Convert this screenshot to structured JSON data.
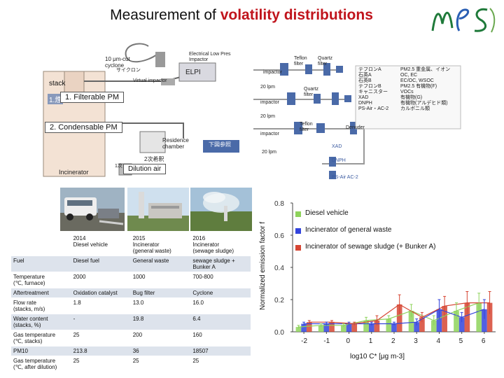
{
  "title": {
    "prefix": "Measurement of ",
    "highlight": "volatility distributions"
  },
  "diagram": {
    "cyclone_label": "10 μm-cut cyclone",
    "cyclone_jp": "サイクロン",
    "elpi_label": "Electrical Low Pres Impactor",
    "elpi_box": "ELPI",
    "virtual_impactor": "Virtual impactor",
    "stack": "stack",
    "filterable": "1. Filterable PM",
    "filterable_jp": "1.煙",
    "condensable": "2. Condensable PM",
    "residence": "Residence chamber",
    "residence_jp": "下図参照",
    "dilution_jp": "2次希釈",
    "dilution": "Dilution air",
    "dilution_num": "1次",
    "incinerator": "Incinerator",
    "teflon1": "Teflon filter",
    "quartz1": "Quartz filter",
    "impactor1": "impactor",
    "flow1": "20 lpm",
    "quartz2": "Quartz filter",
    "impactor2": "impactor",
    "flow2": "20 lpm",
    "teflon2": "Teflon filter",
    "denuder": "Denuder",
    "impactor3": "impactor",
    "xad": "XAD",
    "flow3": "20 lpm",
    "dnph": "DNPH",
    "ps_air": "PS-Air   AC-2",
    "list_left": [
      "テフロンA",
      "石英A",
      "石英B",
      "テフロンB",
      "キャニスター",
      "XAD",
      "DNPH",
      "PS-Air・AC-2"
    ],
    "list_right": [
      "PM2.5 重金属、イオン",
      "OC, EC",
      "EC/OC, WSOC",
      "PM2.5 有機物(F)",
      "VOCs",
      "有機物(G)",
      "有機物(アルデヒド類)",
      "カルボニル類"
    ]
  },
  "photos": {
    "a": "diesel-vehicle-photo",
    "b": "incinerator-building-photo",
    "c": "incinerator-plume-photo"
  },
  "table": {
    "header": [
      "",
      "2014\nDiesel vehicle",
      "2015\nIncinerator\n(general waste)",
      "2016\nIncinerator\n(sewage sludge)"
    ],
    "rows": [
      [
        "Fuel",
        "Diesel fuel",
        "General waste",
        "sewage sludge +\nBunker A"
      ],
      [
        "Temperature\n(℃, furnace)",
        "2000",
        "1000",
        "700-800"
      ],
      [
        "Aftertreatment",
        "Oxidation catalyst",
        "Bug filter",
        "Cyclone"
      ],
      [
        "Flow rate\n(stacks, m/s)",
        "1.8",
        "13.0",
        "16.0"
      ],
      [
        "Water content\n(stacks, %)",
        "-",
        "19.8",
        "6.4"
      ],
      [
        "Gas temperature\n(℃, stacks)",
        "25",
        "200",
        "160"
      ],
      [
        "PM10",
        "213.8",
        "36",
        "18507"
      ],
      [
        "Gas temperature\n(℃, after dilution)",
        "25",
        "25",
        "25"
      ]
    ]
  },
  "chart_data": {
    "type": "bar",
    "categories": [
      "-2",
      "-1",
      "0",
      "1",
      "2",
      "3",
      "4",
      "5",
      "6"
    ],
    "xlabel": "log10 C* [μg m-3]",
    "ylabel": "Normalized emission factor f",
    "ylim": [
      0,
      0.8
    ],
    "yticks": [
      "0.0",
      "0.2",
      "0.4",
      "0.6",
      "0.8"
    ],
    "legend_position": "top",
    "series": [
      {
        "name": "Diesel vehicle",
        "color": "#8ed35b",
        "values": [
          0.03,
          0.04,
          0.04,
          0.07,
          0.08,
          0.13,
          0.07,
          0.13,
          0.18
        ],
        "errors": [
          0.01,
          0.01,
          0.01,
          0.02,
          0.02,
          0.04,
          0.03,
          0.05,
          0.06
        ]
      },
      {
        "name": "Incinerator of general waste",
        "color": "#3344dd",
        "values": [
          0.05,
          0.05,
          0.05,
          0.05,
          0.05,
          0.06,
          0.14,
          0.09,
          0.14
        ],
        "errors": [
          0.01,
          0.01,
          0.01,
          0.01,
          0.01,
          0.02,
          0.06,
          0.03,
          0.06
        ]
      },
      {
        "name": "Incinerator of sewage sludge (+ Bunker A)",
        "color": "#d64533",
        "values": [
          0.06,
          0.06,
          0.05,
          0.07,
          0.17,
          0.09,
          0.16,
          0.18,
          0.18
        ],
        "errors": [
          0.01,
          0.01,
          0.01,
          0.03,
          0.06,
          0.03,
          0.06,
          0.07,
          0.07
        ]
      }
    ],
    "grid": false
  }
}
